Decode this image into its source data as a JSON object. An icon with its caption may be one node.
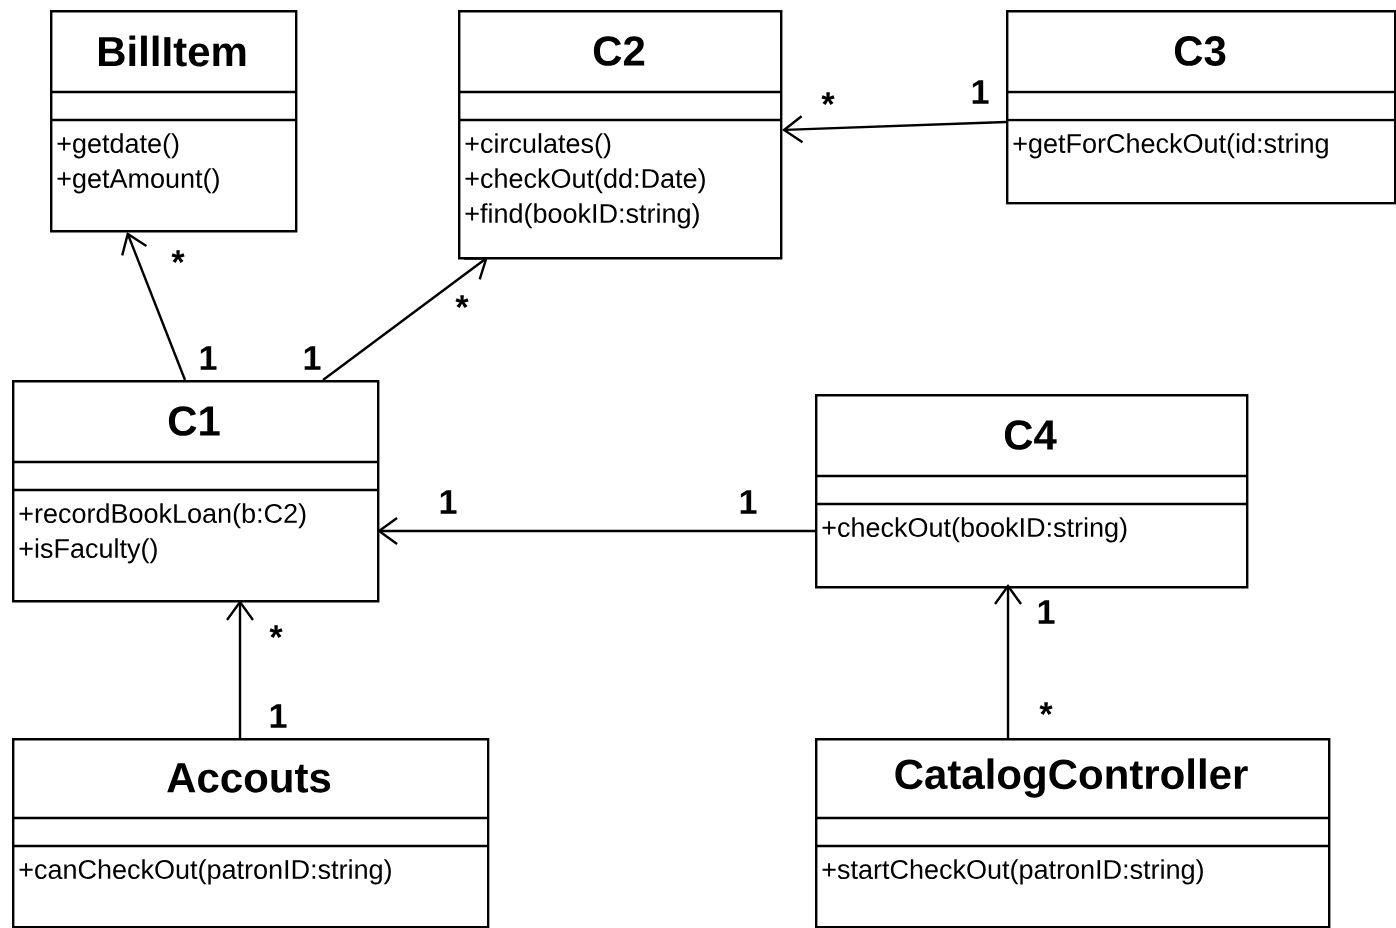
{
  "diagram": {
    "nodes": [
      {
        "text": [
          "BillItem",
          "+getdate()",
          "+getAmount()"
        ]
      },
      {
        "text": [
          "C2",
          "+circulates()",
          "+checkOut(dd:Date)",
          "+find(bookID:string)"
        ]
      },
      {
        "text": [
          "C3",
          "+getForCheckOut(id:string"
        ]
      },
      {
        "text": [
          "C1",
          "+recordBookLoan(b:C2)",
          "+isFaculty()"
        ]
      },
      {
        "text": [
          "C4",
          "+checkOut(bookID:string)"
        ]
      },
      {
        "text": [
          "Accouts",
          "+canCheckOut(patronID:string)"
        ]
      },
      {
        "text": [
          "CatalogController",
          "+startCheckOut(patronID:string)"
        ]
      }
    ],
    "edges": [
      {
        "from": 3,
        "to": 0,
        "arrow": "to"
      },
      {
        "from": 3,
        "to": 1,
        "arrow": "to"
      },
      {
        "from": 2,
        "to": 1,
        "arrow": "to"
      },
      {
        "from": 4,
        "to": 3,
        "arrow": "to"
      },
      {
        "from": 5,
        "to": 3,
        "arrow": "to"
      },
      {
        "from": 6,
        "to": 4,
        "arrow": "to"
      }
    ],
    "labels": [
      "1",
      "*",
      "*",
      "*",
      "1",
      "1",
      "1",
      "1",
      "1",
      "*",
      "*",
      "1"
    ]
  }
}
